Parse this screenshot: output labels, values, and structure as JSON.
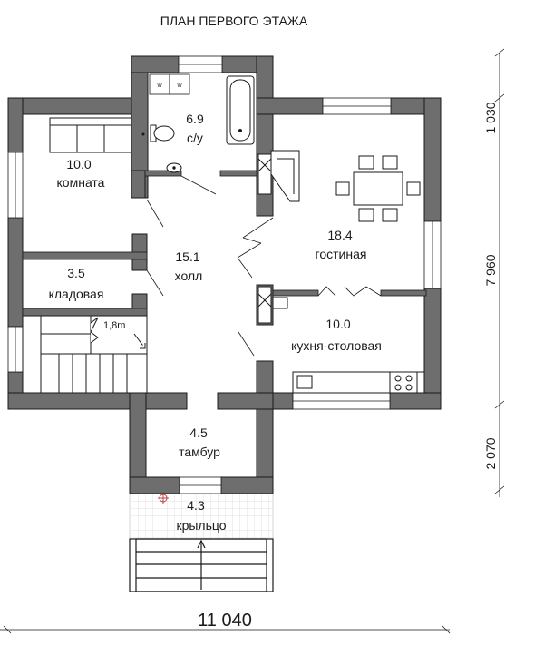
{
  "title": "ПЛАН ПЕРВОГО ЭТАЖА",
  "rooms": [
    {
      "area": "10.0",
      "name": "комната"
    },
    {
      "area": "6.9",
      "name": "с/у"
    },
    {
      "area": "18.4",
      "name": "гостиная"
    },
    {
      "area": "15.1",
      "name": "холл"
    },
    {
      "area": "3.5",
      "name": "кладовая"
    },
    {
      "area": "10.0",
      "name": "кухня-столовая"
    },
    {
      "area": "4.5",
      "name": "тамбур"
    },
    {
      "area": "4.3",
      "name": "крыльцо"
    }
  ],
  "stair_note": "1,8m",
  "fixtures": {
    "washer_label": "w"
  },
  "dimensions": {
    "width": "11 040",
    "height_total": "7 960",
    "height_top": "1 030",
    "height_bottom": "2 070"
  },
  "colors": {
    "wall": "#6e6e6e",
    "line": "#1a1a1a",
    "window": "#e8e8e8",
    "porch_grid": "#d6d6d6"
  }
}
